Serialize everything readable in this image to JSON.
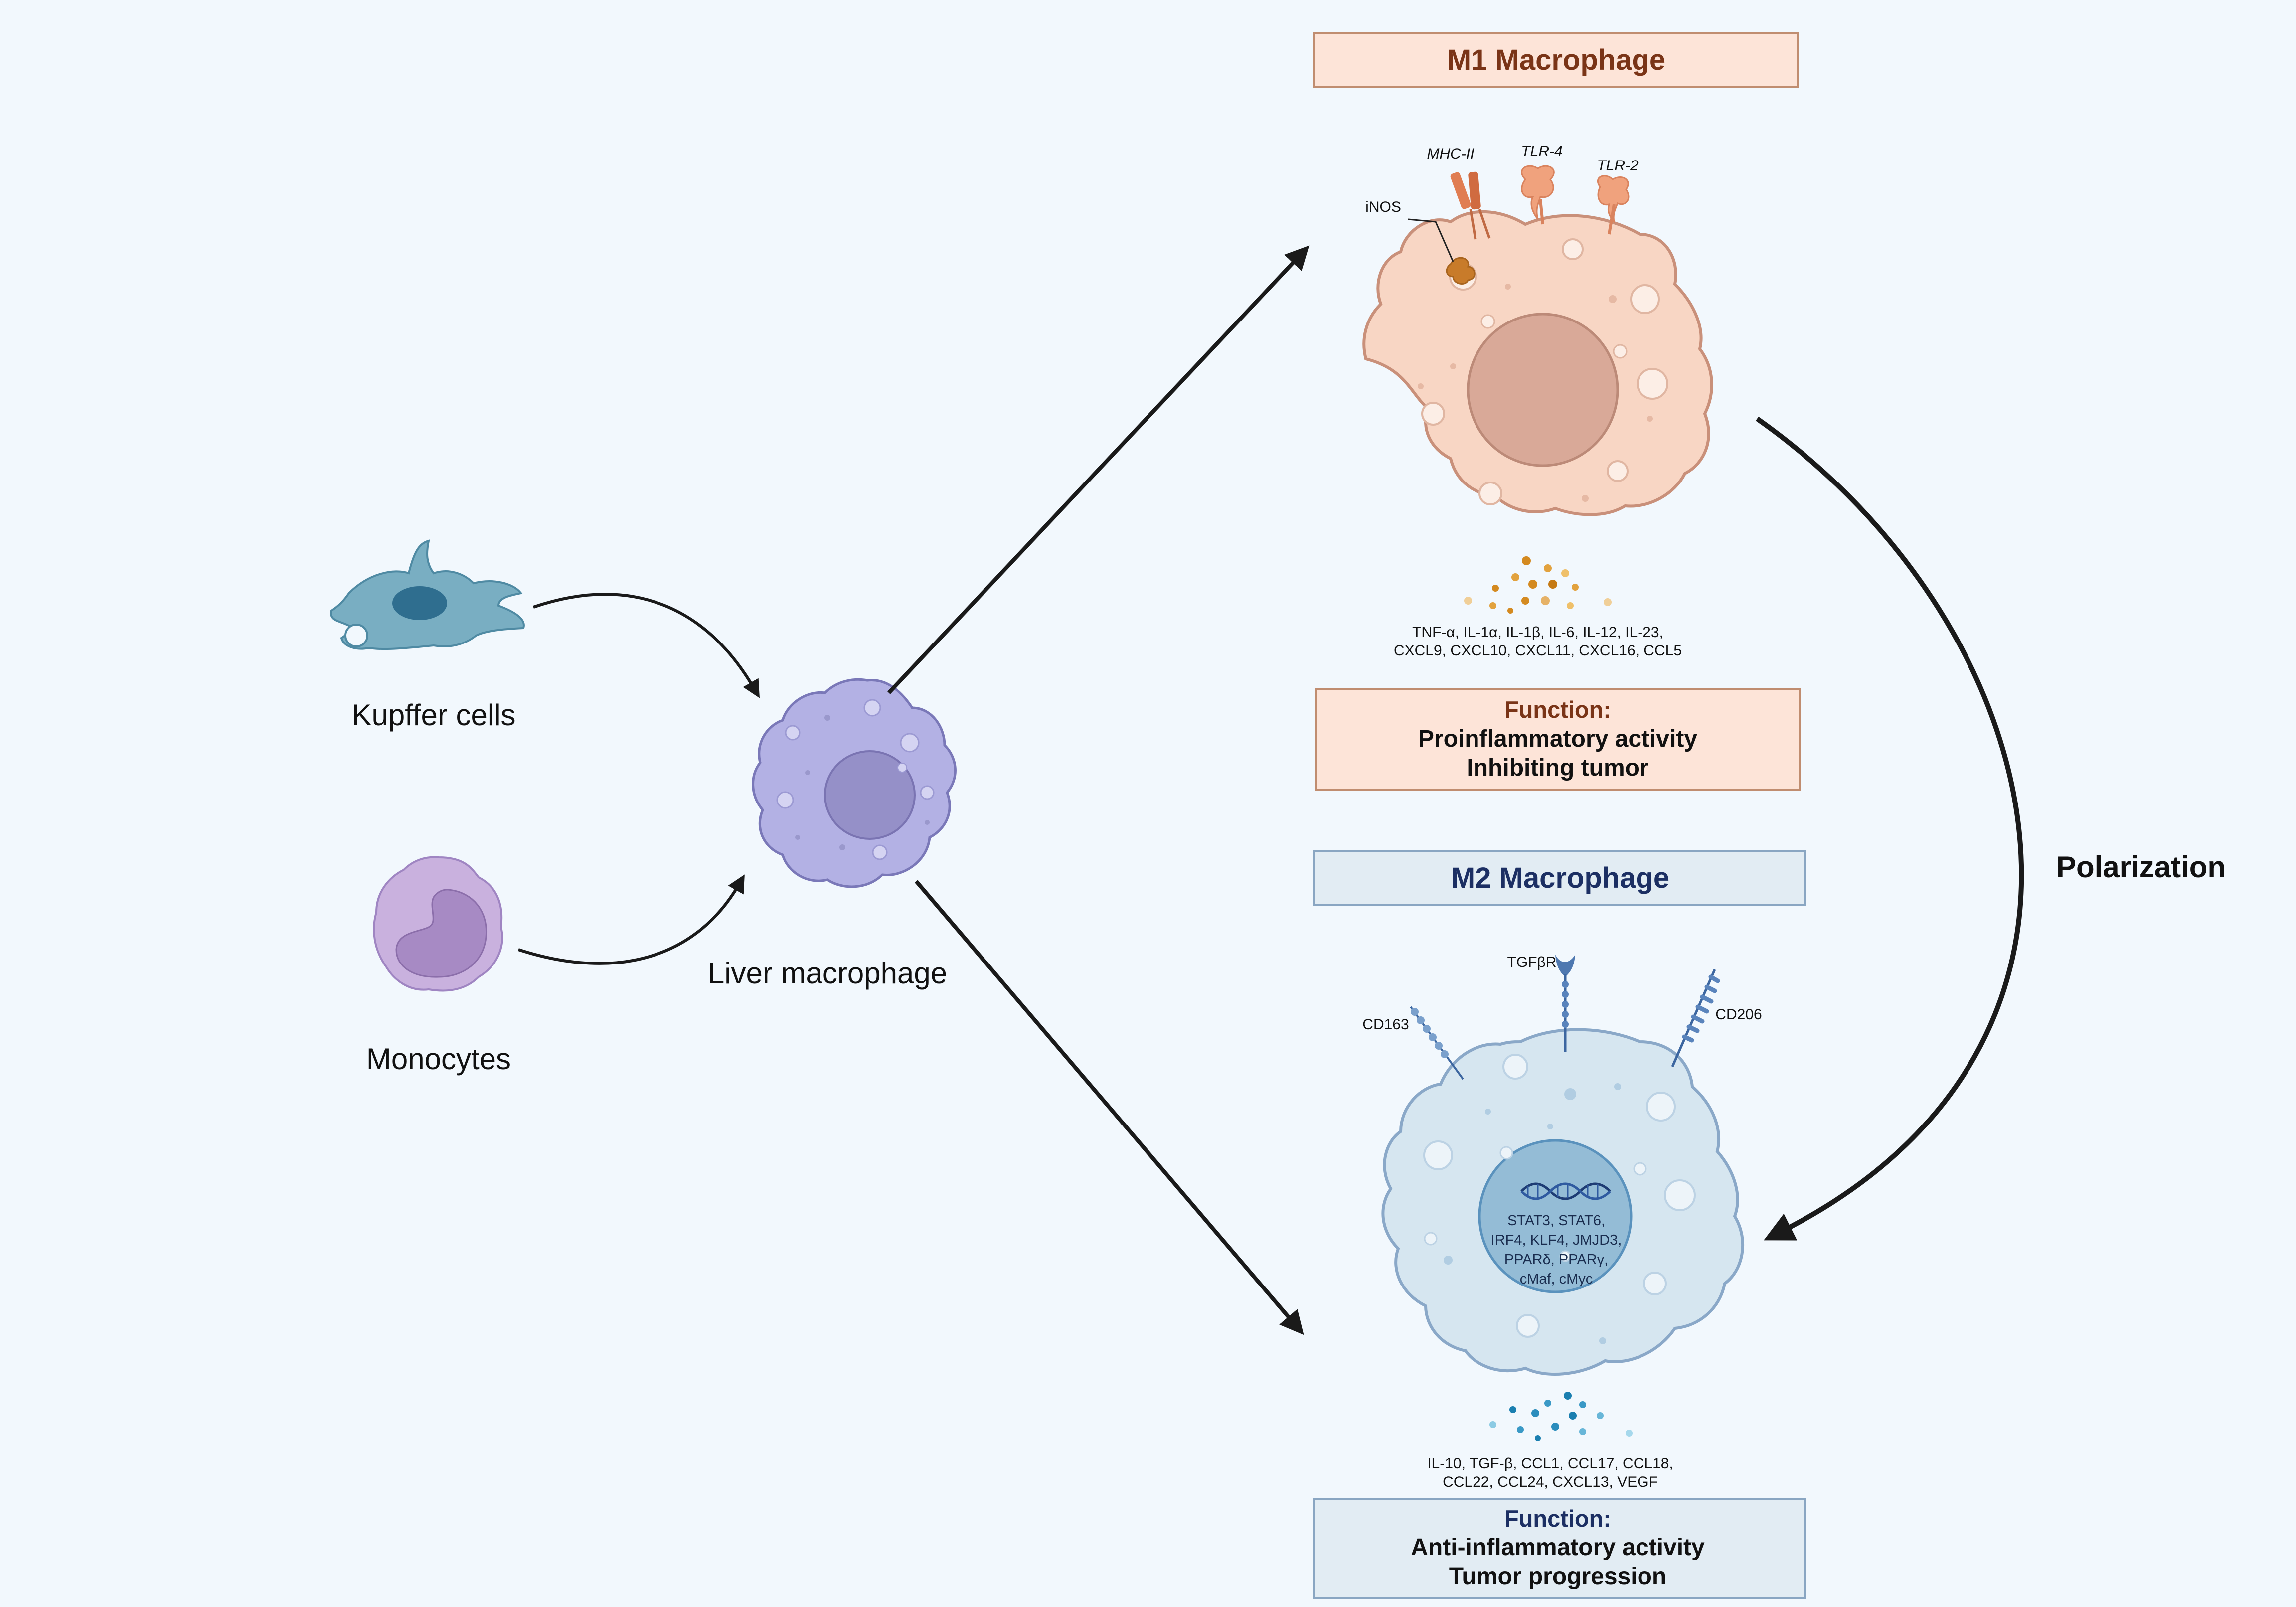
{
  "sources": {
    "kupffer_label": "Kupffer cells",
    "monocytes_label": "Monocytes"
  },
  "hub": {
    "label": "Liver macrophage"
  },
  "m1": {
    "title": "M1 Macrophage",
    "receptors": [
      "MHC-II",
      "TLR-4",
      "TLR-2"
    ],
    "enzyme": "iNOS",
    "secreted": [
      "TNF-α, IL-1α, IL-1β, IL-6, IL-12, IL-23,",
      "CXCL9, CXCL10, CXCL11, CXCL16, CCL5"
    ],
    "function_heading": "Function:",
    "function_lines": [
      "Proinflammatory activity",
      "Inhibiting tumor"
    ]
  },
  "m2": {
    "title": "M2 Macrophage",
    "receptors": [
      "TGFβR",
      "CD163",
      "CD206"
    ],
    "transcription_factors": [
      "STAT3, STAT6,",
      "IRF4, KLF4, JMJD3,",
      "PPARδ, PPARγ,",
      "cMaf, cMyc"
    ],
    "secreted": [
      "IL-10, TGF-β, CCL1, CCL17, CCL18,",
      "CCL22, CCL24, CXCL13, VEGF"
    ],
    "function_heading": "Function:",
    "function_lines": [
      "Anti-inflammatory activity",
      "Tumor progression"
    ]
  },
  "polarization_label": "Polarization",
  "colors": {
    "background": "#f2f8fd",
    "kupffer": "#79aec2",
    "monocyte": "#c9b1de",
    "liver_macrophage": "#b3b1e4",
    "m1_cell": "#f8d6c4",
    "m1_box": "#fde4d8",
    "m2_cell": "#d6e6f0",
    "m2_box": "#e2ecf3",
    "arrow": "#1a1a1a"
  }
}
